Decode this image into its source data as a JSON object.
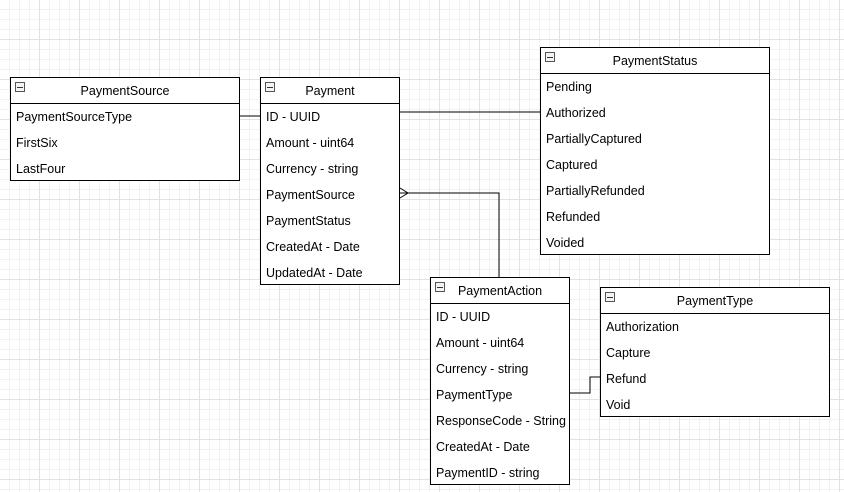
{
  "diagram": {
    "entities": [
      {
        "id": "payment-source",
        "title": "PaymentSource",
        "fields": [
          "PaymentSourceType",
          "FirstSix",
          "LastFour"
        ]
      },
      {
        "id": "payment",
        "title": "Payment",
        "fields": [
          "ID - UUID",
          "Amount - uint64",
          "Currency - string",
          "PaymentSource",
          "PaymentStatus",
          "CreatedAt - Date",
          "UpdatedAt - Date"
        ]
      },
      {
        "id": "payment-status",
        "title": "PaymentStatus",
        "fields": [
          "Pending",
          "Authorized",
          "PartiallyCaptured",
          "Captured",
          "PartiallyRefunded",
          "Refunded",
          "Voided"
        ]
      },
      {
        "id": "payment-action",
        "title": "PaymentAction",
        "fields": [
          "ID - UUID",
          "Amount - uint64",
          "Currency - string",
          "PaymentType",
          "ResponseCode - String",
          "CreatedAt - Date",
          "PaymentID - string"
        ]
      },
      {
        "id": "payment-type",
        "title": "PaymentType",
        "fields": [
          "Authorization",
          "Capture",
          "Refund",
          "Void"
        ]
      }
    ],
    "connectors": [
      {
        "from": "payment-source",
        "to": "payment",
        "end": "plain"
      },
      {
        "from": "payment",
        "to": "payment-status",
        "end": "plain"
      },
      {
        "from": "payment-action",
        "to": "payment",
        "end": "crow-foot"
      },
      {
        "from": "payment-action",
        "to": "payment-type",
        "end": "plain"
      }
    ]
  }
}
